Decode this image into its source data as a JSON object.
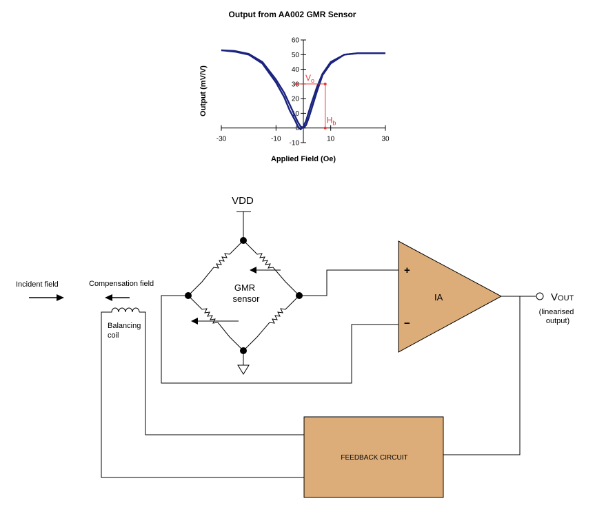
{
  "chart_data": {
    "type": "line",
    "title": "Output from AA002 GMR Sensor",
    "xlabel": "Applied Field (Oe)",
    "ylabel": "Output (mV/V)",
    "xlim": [
      -30,
      30
    ],
    "ylim": [
      -10,
      60
    ],
    "xticks": [
      "-30",
      "-10",
      "10",
      "30"
    ],
    "yticks": [
      "60",
      "50",
      "40",
      "30",
      "20",
      "10",
      "0",
      "-10"
    ],
    "grid": false,
    "series": [
      {
        "x": [
          -30,
          -25,
          -20,
          -15,
          -10,
          -7,
          -5,
          -3,
          -2,
          -1,
          0,
          1,
          2,
          3,
          5,
          7,
          10,
          15,
          20,
          25,
          30
        ],
        "y": [
          53,
          52.5,
          50.5,
          45,
          33,
          24,
          16,
          8,
          4,
          1,
          0,
          2,
          7,
          13,
          25,
          36,
          44,
          50,
          51,
          51,
          51
        ]
      },
      {
        "x": [
          -30,
          -25,
          -20,
          -15,
          -10,
          -7,
          -5,
          -3,
          -2,
          -1,
          0,
          1,
          2,
          3,
          5,
          7,
          10,
          15,
          20,
          25,
          30
        ],
        "y": [
          53,
          52,
          50,
          44,
          31,
          21,
          12,
          5,
          1,
          -1,
          1,
          5,
          11,
          17,
          28,
          37,
          45,
          50,
          51,
          51,
          51
        ]
      }
    ],
    "annotations": {
      "vo_label": "Vo",
      "hb_label": "Hb",
      "bias_point": {
        "x": 8,
        "y": 30
      }
    }
  },
  "circuit": {
    "vdd_label": "VDD",
    "gmr_label_line1": "GMR",
    "gmr_label_line2": "sensor",
    "ia_label": "IA",
    "plus_label": "+",
    "minus_label": "−",
    "vout_label": "VOUT",
    "vout_note_line1": "(linearised",
    "vout_note_line2": "output)",
    "incident_field_label": "Incident field",
    "compensation_field_label": "Compensation field",
    "balancing_coil_line1": "Balancing",
    "balancing_coil_line2": "coil",
    "feedback_label": "FEEDBACK CIRCUIT"
  },
  "colors": {
    "curve": "#1a237e",
    "annotation": "#e53935",
    "block_fill": "#ddad79",
    "wire": "#000000"
  }
}
